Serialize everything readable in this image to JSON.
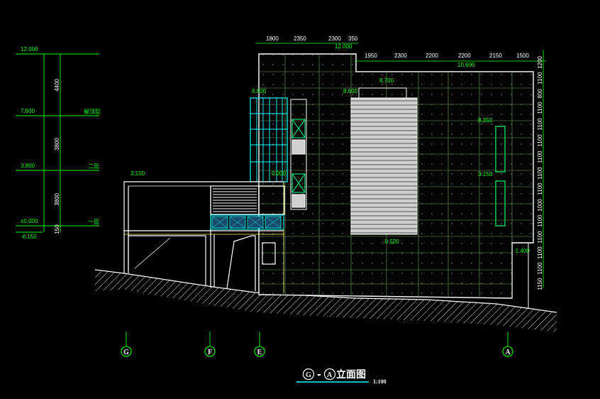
{
  "top_dims_a": [
    "1800",
    "2350",
    "2300",
    "350"
  ],
  "top_dims_b": [
    "1950",
    "2300",
    "2200",
    "2200",
    "2150",
    "1500"
  ],
  "right_dims": [
    "1200",
    "1100",
    "800",
    "1100",
    "1100",
    "1100",
    "1100",
    "1100",
    "1100",
    "1000",
    "1100",
    "1100",
    "1100",
    "1100",
    "1150"
  ],
  "left_dims": [
    "4400",
    "3800",
    "3800",
    "150"
  ],
  "left_levels": [
    "12.000",
    "7.600",
    "3.800",
    "±0.000",
    "-0.150"
  ],
  "floor_labels": [
    "屋顶层",
    "二层",
    "一层"
  ],
  "elev_labels": [
    "12.000",
    "10.600",
    "8.700",
    "8.600",
    "8.600",
    "8.350",
    "3.150",
    "3.150",
    "0.000",
    "-0.520",
    "-1.400"
  ],
  "axes": [
    "G",
    "F",
    "E",
    "A"
  ],
  "title": {
    "part1": "G",
    "sep": "-",
    "part2": "A",
    "text": "立面图",
    "scale": "1:100"
  },
  "colors": {
    "line": "#ffffff",
    "level": "#00ff00",
    "glass": "#00ffff",
    "grid": "#6fa05a"
  }
}
